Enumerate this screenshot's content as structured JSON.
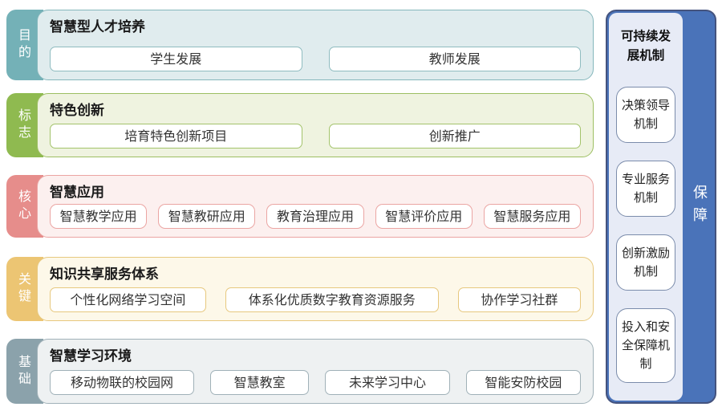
{
  "rows": [
    {
      "tab": "目的",
      "title": "智慧型人才培养",
      "boxes": [
        "学生发展",
        "教师发展"
      ]
    },
    {
      "tab": "标志",
      "title": "特色创新",
      "boxes": [
        "培育特色创新项目",
        "创新推广"
      ]
    },
    {
      "tab": "核心",
      "title": "智慧应用",
      "boxes": [
        "智慧教学应用",
        "智慧教研应用",
        "教育治理应用",
        "智慧评价应用",
        "智慧服务应用"
      ]
    },
    {
      "tab": "关键",
      "title": "知识共享服务体系",
      "boxes": [
        "个性化网络学习空间",
        "体系化优质数字教育资源服务",
        "协作学习社群"
      ]
    },
    {
      "tab": "基础",
      "title": "智慧学习环境",
      "boxes": [
        "移动物联的校园网",
        "智慧教室",
        "未来学习中心",
        "智能安防校园"
      ]
    }
  ],
  "right": {
    "title": "可持续发展机制",
    "boxes": [
      "决策领导机制",
      "专业服务机制",
      "创新激励机制",
      "投入和安全保障机制"
    ],
    "strip": "保障"
  },
  "colors": {
    "purpose_accent": "#74b1b7",
    "purpose_bg": "#e0ecee",
    "mark_accent": "#8fba50",
    "mark_bg": "#eff3e0",
    "core_accent": "#e68d8b",
    "core_bg": "#fcf0ef",
    "key_accent": "#ecc573",
    "key_bg": "#fdf8e9",
    "base_accent": "#8ba2ab",
    "base_bg": "#eef1f2",
    "guarantee_blue": "#4a73b9",
    "guarantee_panel": "#e7ebf6"
  }
}
